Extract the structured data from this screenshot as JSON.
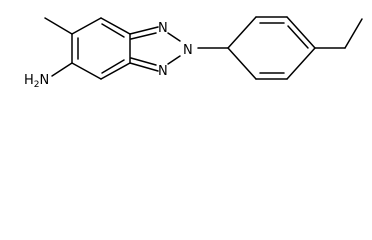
{
  "structure": {
    "atoms": {
      "n1": {
        "symbol": "N"
      },
      "n2": {
        "symbol": "N"
      },
      "n3": {
        "symbol": "N"
      },
      "amine": {
        "symbol": "H",
        "subscript": "2",
        "suffix": "N"
      }
    },
    "colors": {
      "bond": "#000000",
      "label": "#000000",
      "background": "#ffffff"
    }
  }
}
